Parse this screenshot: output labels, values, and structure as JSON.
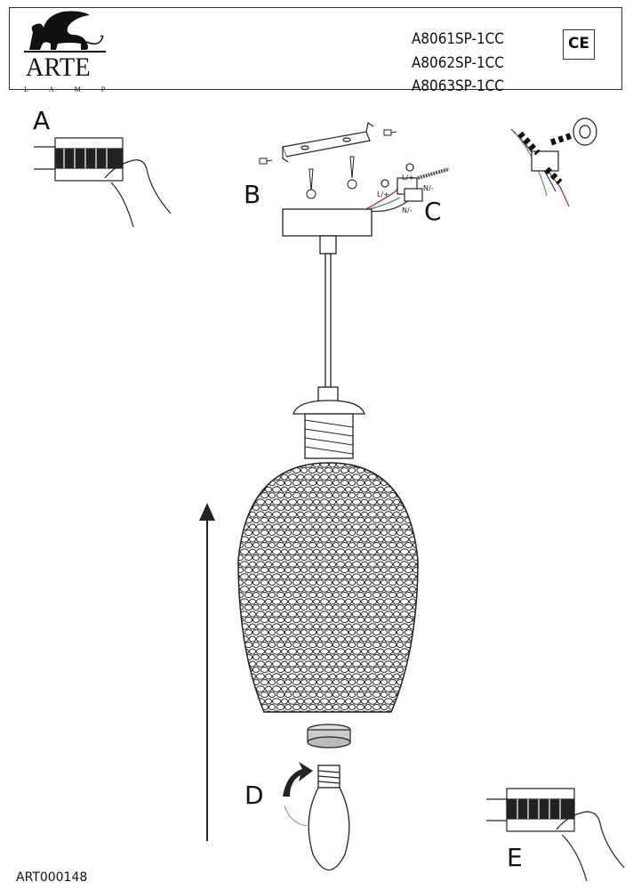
{
  "header": {
    "brand": "ARTE",
    "brand_sub": "LAMP",
    "models": [
      "A8061SP-1CC",
      "A8062SP-1CC",
      "A8063SP-1CC"
    ],
    "certification": "CE"
  },
  "steps": {
    "a": "A",
    "b": "B",
    "c": "C",
    "d": "D",
    "e": "E"
  },
  "wiring_labels": {
    "live_1": "L/+",
    "live_2": "L/+",
    "neutral_1": "N/-",
    "neutral_2": "N/-"
  },
  "footer": {
    "code": "ART000148"
  },
  "colors": {
    "live": "#b0222a",
    "earth": "#4f9a5a",
    "neutral": "#23306e"
  }
}
